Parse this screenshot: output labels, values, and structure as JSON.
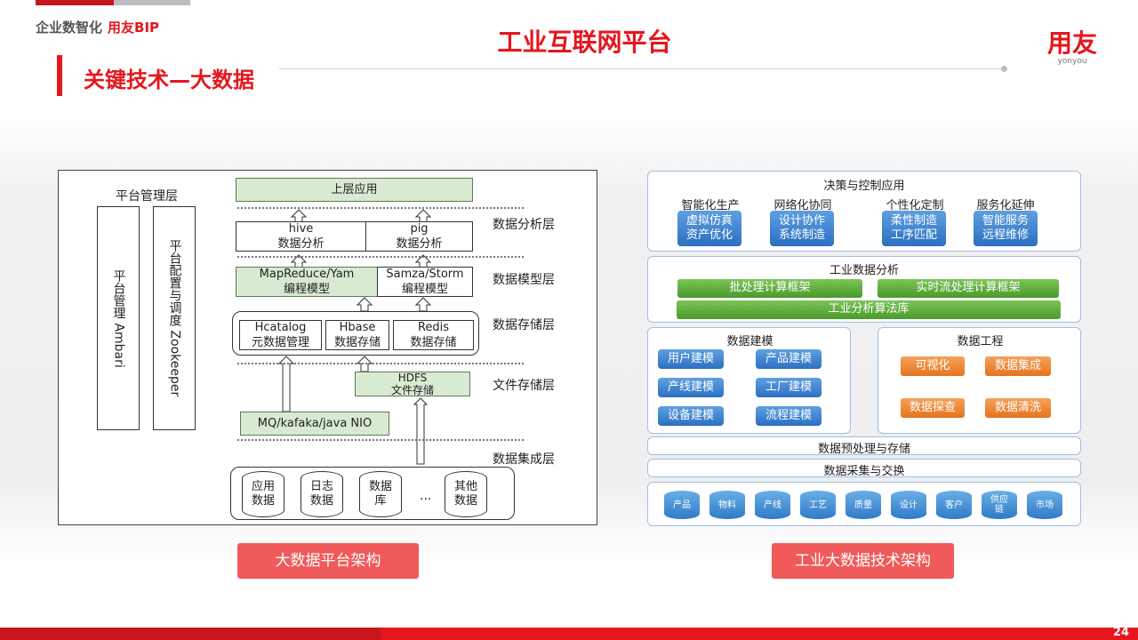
{
  "header": {
    "brand_left": "企业数智化",
    "brand_right": "用友BIP",
    "title": "工业互联网平台",
    "subtitle": "关键技术—大数据",
    "logo_cn": "用友",
    "logo_en": "yonyou"
  },
  "left_diagram": {
    "platform_mgmt_label": "平台管理层",
    "ambari_label": "平台管理 Ambari",
    "zookeeper_label": "平台配置与调度 Zookeeper",
    "upper_app": "上层应用",
    "hive": [
      "hive",
      "数据分析"
    ],
    "pig": [
      "pig",
      "数据分析"
    ],
    "mapreduce": [
      "MapReduce/Yam",
      "编程模型"
    ],
    "samza": [
      "Samza/Storm",
      "编程模型"
    ],
    "hcatalog": [
      "Hcatalog",
      "元数据管理"
    ],
    "hbase": [
      "Hbase",
      "数据存储"
    ],
    "redis": [
      "Redis",
      "数据存储"
    ],
    "hdfs": [
      "HDFS",
      "文件存储"
    ],
    "mq": "MQ/kafaka/java NIO",
    "sources": [
      [
        "应用",
        "数据"
      ],
      [
        "日志",
        "数据"
      ],
      [
        "数据",
        "库"
      ],
      [
        "其他",
        "数据"
      ]
    ],
    "ellipsis": "...",
    "layers": [
      "数据分析层",
      "数据模型层",
      "数据存储层",
      "文件存储层",
      "数据集成层"
    ]
  },
  "right_diagram": {
    "decision_title": "决策与控制应用",
    "decision_groups": [
      {
        "title": "智能化生产",
        "btn": [
          "虚拟仿真",
          "资产优化"
        ]
      },
      {
        "title": "网络化协同",
        "btn": [
          "设计协作",
          "系统制造"
        ]
      },
      {
        "title": "个性化定制",
        "btn": [
          "柔性制造",
          "工序匹配"
        ]
      },
      {
        "title": "服务化延伸",
        "btn": [
          "智能服务",
          "远程维修"
        ]
      }
    ],
    "analysis_title": "工业数据分析",
    "batch": "批处理计算框架",
    "stream": "实时流处理计算框架",
    "algo": "工业分析算法库",
    "modeling_title": "数据建模",
    "modeling_items": [
      "用户建模",
      "产品建模",
      "产线建模",
      "工厂建模",
      "设备建模",
      "流程建模"
    ],
    "engineering_title": "数据工程",
    "engineering_items": [
      "可视化",
      "数据集成",
      "数据探查",
      "数据清洗"
    ],
    "preprocess": "数据预处理与存储",
    "collect": "数据采集与交换",
    "sources": [
      "产品",
      "物料",
      "产线",
      "工艺",
      "质量",
      "设计",
      "客户",
      "供应链",
      "市场"
    ]
  },
  "captions": {
    "left": "大数据平台架构",
    "right": "工业大数据技术架构"
  },
  "page_number": "24",
  "colors": {
    "brand_red": "#e5161d",
    "green_box": "#d9ead3",
    "blue_btn": "#2c6fc2",
    "green_bar": "#4a9a2c",
    "orange_btn": "#e5741e",
    "caption_bg": "#f05a5a"
  }
}
